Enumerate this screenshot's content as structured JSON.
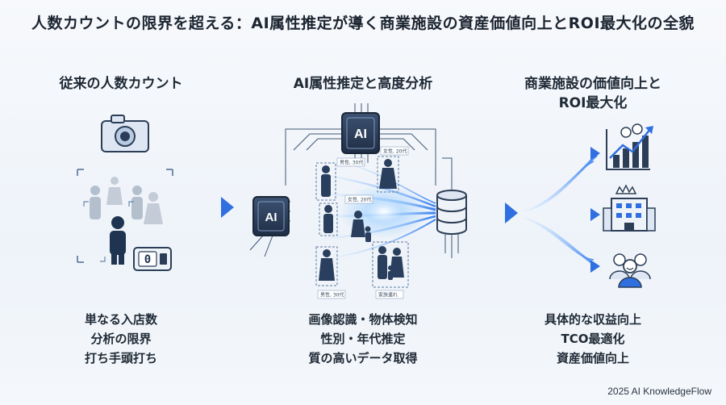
{
  "title": "人数カウントの限界を超える：AI属性推定が導く商業施設の資産価値向上とROI最大化の全貌",
  "columns": [
    {
      "heading": [
        "従来の人数カウント"
      ],
      "description": [
        "単なる入店数",
        "分析の限界",
        "打ち手頭打ち"
      ]
    },
    {
      "heading": [
        "AI属性推定と高度分析"
      ],
      "description": [
        "画像認識・物体検知",
        "性別・年代推定",
        "質の高いデータ取得"
      ]
    },
    {
      "heading": [
        "商業施設の価値向上と",
        "ROI最大化"
      ],
      "description": [
        "具体的な収益向上",
        "TCO最適化",
        "資産価値向上"
      ]
    }
  ],
  "chip_label": "AI",
  "counter_display": "0",
  "person_tags": [
    "男性, 30代",
    "女性, 20代",
    "女性, 20代",
    "男性, 30代",
    "家族連れ"
  ],
  "icons": [
    "camera-icon",
    "people-icon",
    "counter-icon",
    "ai-chip-icon",
    "database-icon",
    "growth-chart-icon",
    "building-icon",
    "customers-icon",
    "arrow-right-icon"
  ],
  "colors": {
    "accent": "#2f6fe0",
    "flow": "#5aa6ff",
    "ink": "#2c3e57"
  },
  "credit": "2025 AI KnowledgeFlow"
}
